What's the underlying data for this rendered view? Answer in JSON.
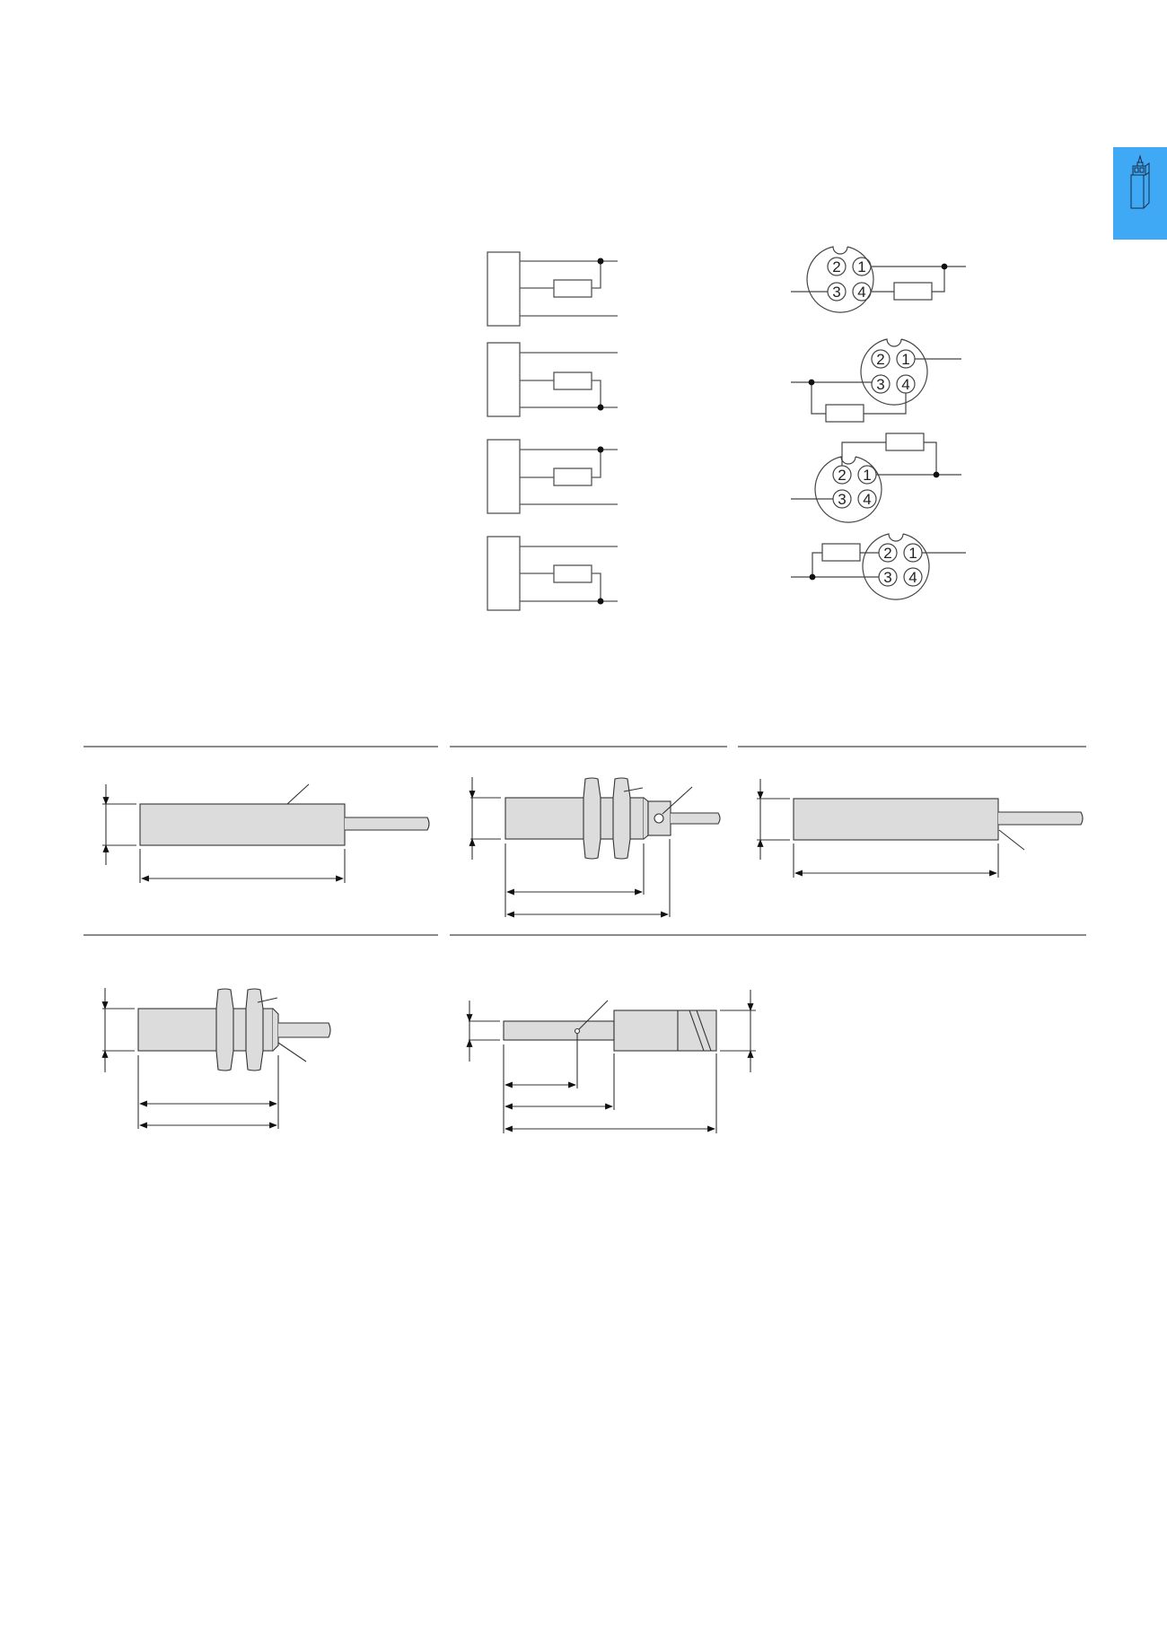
{
  "page": {
    "background": "#ffffff",
    "accent_color": "#3fa9f5"
  },
  "side_tab": {
    "icon": "limit-switch-icon",
    "color": "#3fa9f5"
  },
  "wiring": {
    "circuit_diagrams": [
      {
        "id": "circuit-1",
        "resistor_between": "top-and-middle",
        "junction": "top"
      },
      {
        "id": "circuit-2",
        "resistor_between": "middle-and-bottom",
        "junction": "bottom"
      },
      {
        "id": "circuit-3",
        "resistor_between": "top-and-middle",
        "junction": "top"
      },
      {
        "id": "circuit-4",
        "resistor_between": "middle-and-bottom",
        "junction": "bottom"
      }
    ],
    "connector_diagrams": [
      {
        "id": "connector-1",
        "pins": [
          "2",
          "1",
          "3",
          "4"
        ],
        "resistor_from_pin": "4",
        "junction_pin": "1"
      },
      {
        "id": "connector-2",
        "pins": [
          "2",
          "1",
          "3",
          "4"
        ],
        "resistor_from_pin": "4",
        "junction_pin": "3"
      },
      {
        "id": "connector-3",
        "pins": [
          "2",
          "1",
          "3",
          "4"
        ],
        "resistor_from_pin": "2",
        "junction_pin": "1"
      },
      {
        "id": "connector-4",
        "pins": [
          "2",
          "1",
          "3",
          "4"
        ],
        "resistor_from_pin": "2",
        "junction_pin": "3"
      }
    ]
  },
  "dimension_drawings": [
    {
      "id": "drawing-plain-cylinder-1",
      "type": "smooth-cylinder-with-cable"
    },
    {
      "id": "drawing-threaded-with-led",
      "type": "threaded-barrel-two-nuts-led"
    },
    {
      "id": "drawing-plain-cylinder-2",
      "type": "smooth-cylinder-with-cable"
    },
    {
      "id": "drawing-threaded-m",
      "type": "threaded-barrel-two-nuts"
    },
    {
      "id": "drawing-stepped-body",
      "type": "stepped-body-with-led"
    }
  ]
}
